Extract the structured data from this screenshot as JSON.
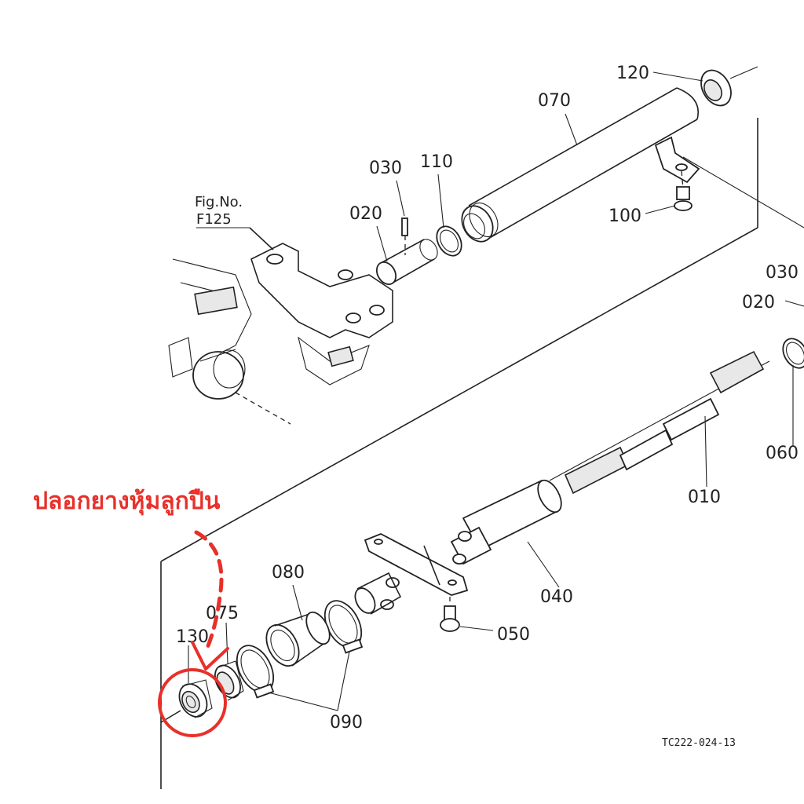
{
  "annotation": {
    "text": "ปลอกยางหุ้มลูกปืน",
    "color": "#e8302a"
  },
  "figure_ref": {
    "line1": "Fig.No.",
    "line2": "F125"
  },
  "part_labels": {
    "p120": "120",
    "p070": "070",
    "p110": "110",
    "p030_top": "030",
    "p020_top": "020",
    "p100": "100",
    "p030_right": "030",
    "p020_right": "020",
    "p060": "060",
    "p010": "010",
    "p040": "040",
    "p050": "050",
    "p080": "080",
    "p075": "075",
    "p130": "130",
    "p090": "090"
  },
  "drawing_code": "TC222-024-13"
}
